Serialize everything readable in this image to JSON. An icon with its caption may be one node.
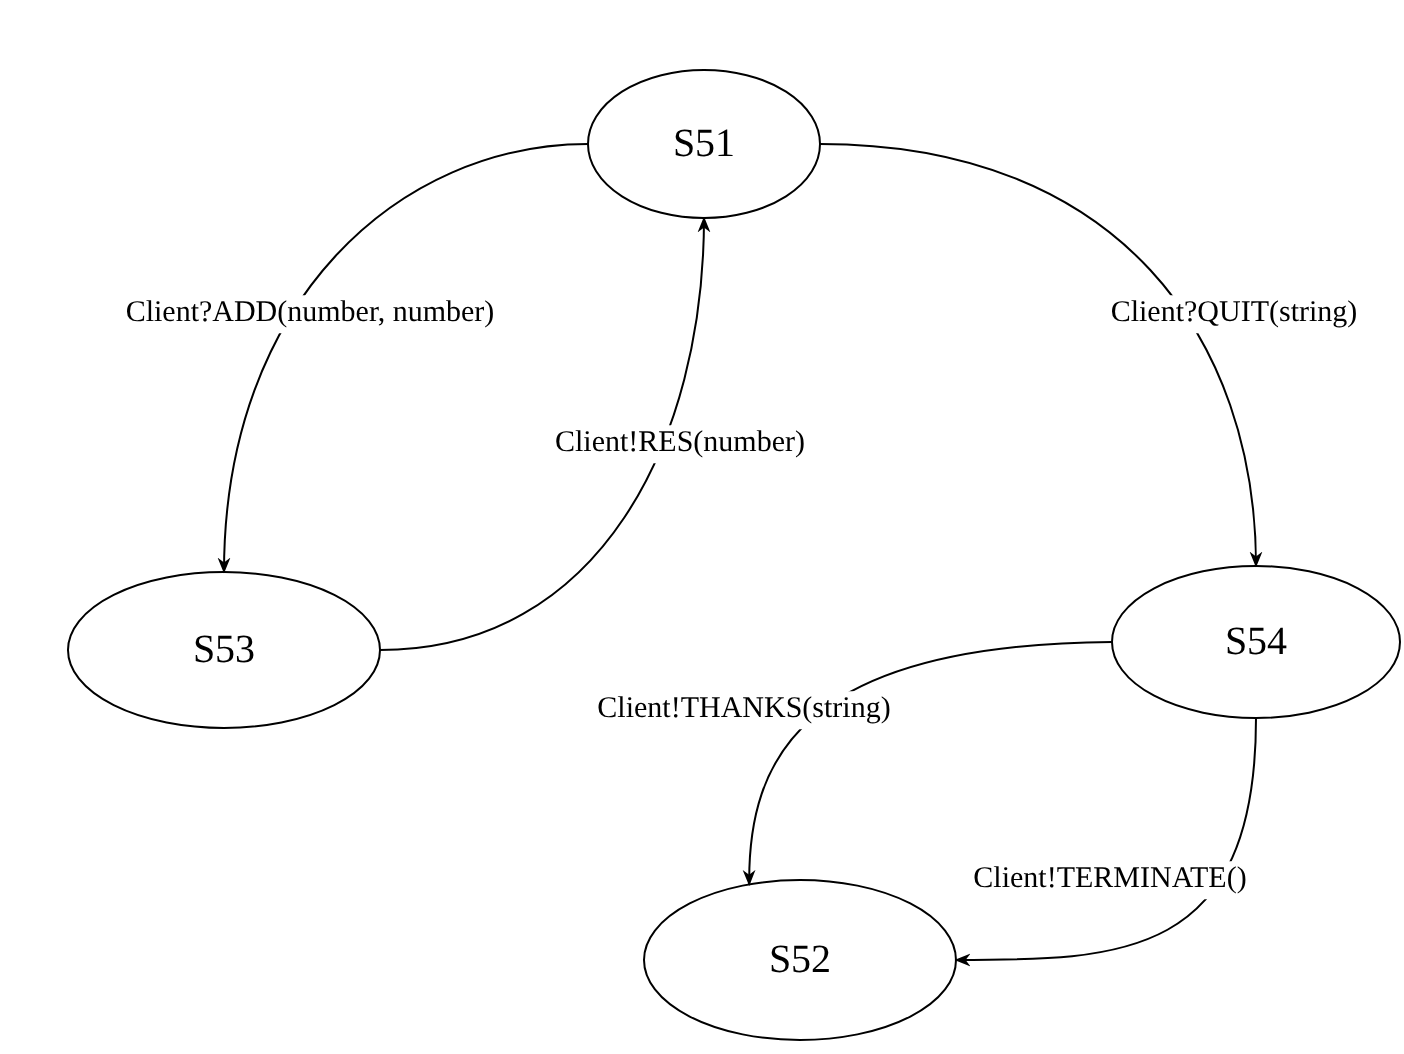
{
  "diagram": {
    "nodes": [
      {
        "text": [
          "S51"
        ]
      },
      {
        "text": [
          "S53"
        ]
      },
      {
        "text": [
          "S54"
        ]
      },
      {
        "text": [
          "S52"
        ]
      }
    ],
    "edges": [
      {
        "from": 0,
        "to": 1,
        "arrow": "to",
        "label": "Client?ADD(number, number)"
      },
      {
        "from": 1,
        "to": 0,
        "arrow": "to",
        "label": "Client!RES(number)"
      },
      {
        "from": 0,
        "to": 2,
        "arrow": "to",
        "label": "Client?QUIT(string)"
      },
      {
        "from": 2,
        "to": 3,
        "arrow": "to",
        "label": "Client!THANKS(string)"
      },
      {
        "from": 2,
        "to": 3,
        "arrow": "to",
        "label": "Client!TERMINATE()"
      }
    ]
  }
}
